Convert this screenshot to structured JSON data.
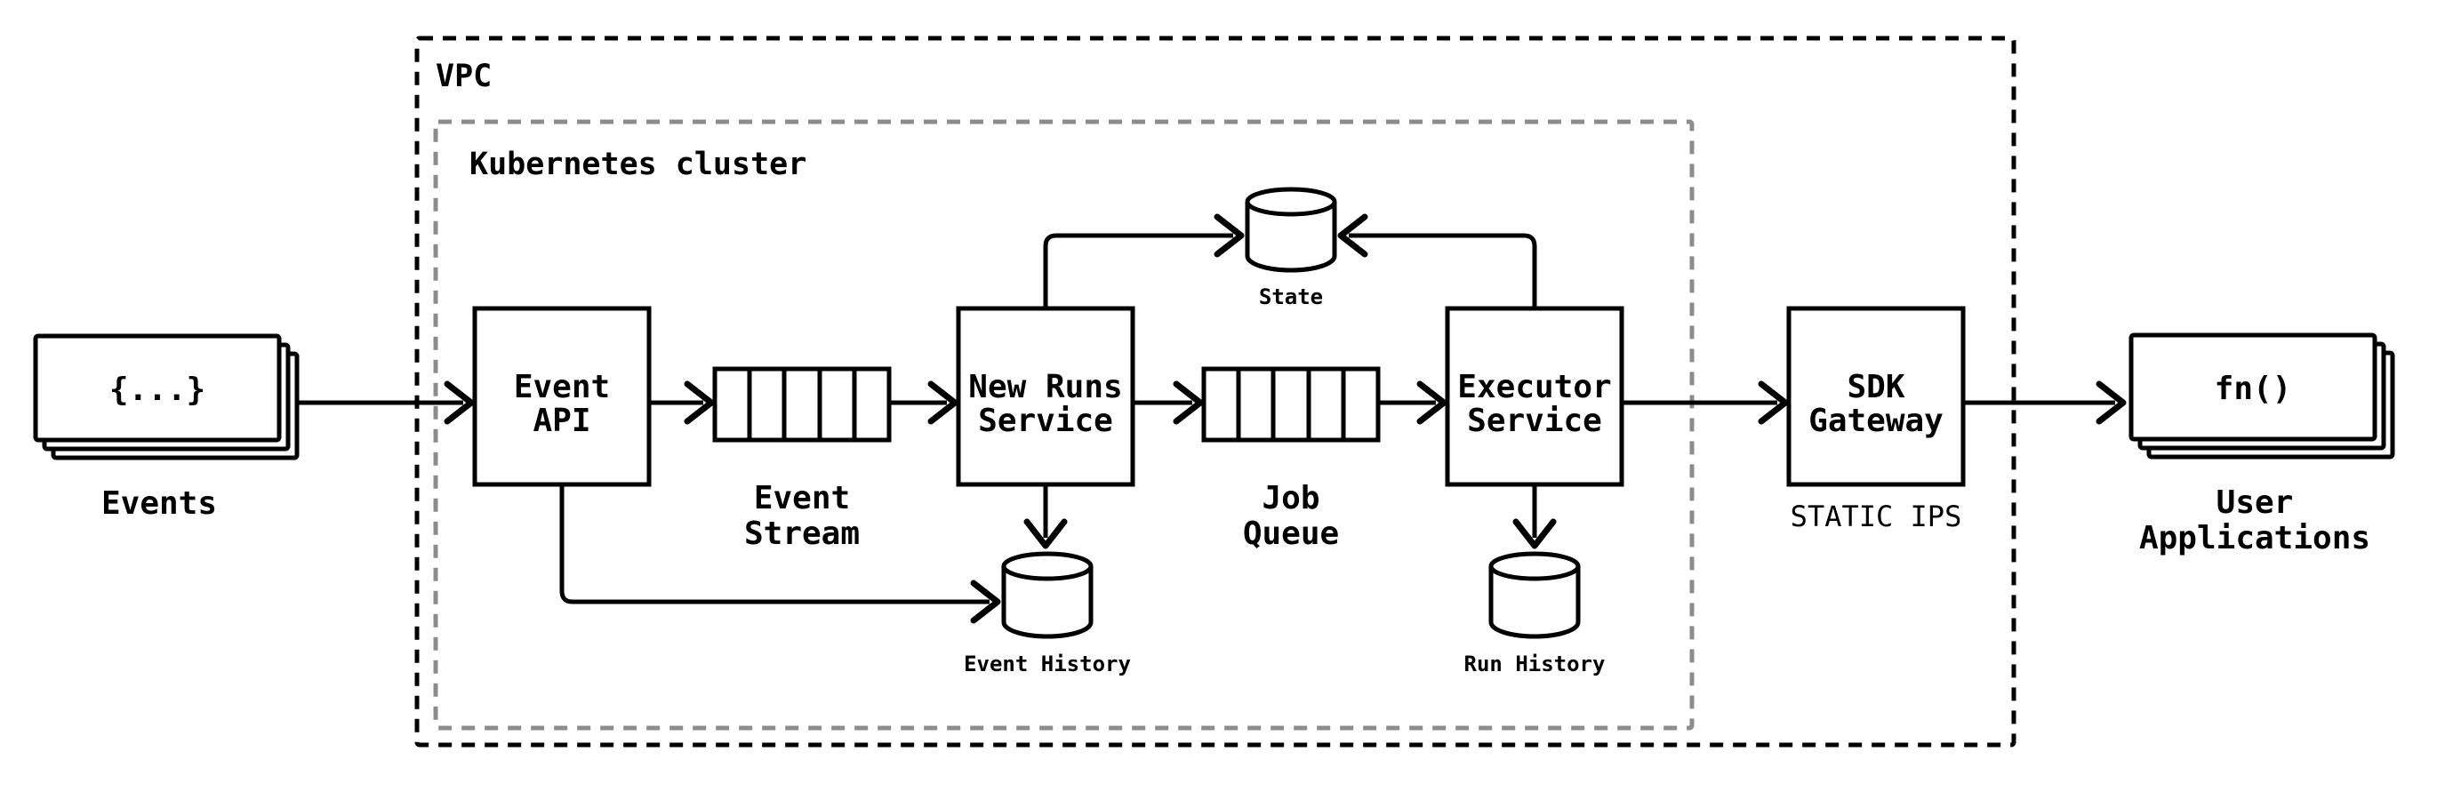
{
  "diagram": {
    "title": "Event-driven architecture diagram",
    "colors": {
      "stroke": "#000000",
      "cluster_stroke": "#8c8c8c",
      "background": "#ffffff"
    }
  },
  "containers": {
    "vpc": {
      "label": "VPC"
    },
    "kubernetes": {
      "label": "Kubernetes cluster"
    }
  },
  "nodes": {
    "events": {
      "icon_text": "{...}",
      "label": "Events"
    },
    "event_api": {
      "lines": [
        "Event",
        "API"
      ]
    },
    "event_stream": {
      "label_lines": [
        "Event",
        "Stream"
      ],
      "cells": 5
    },
    "new_runs": {
      "lines": [
        "New Runs",
        "Service"
      ]
    },
    "state": {
      "label": "State"
    },
    "job_queue": {
      "label_lines": [
        "Job",
        "Queue"
      ],
      "cells": 5
    },
    "executor": {
      "lines": [
        "Executor",
        "Service"
      ]
    },
    "event_history": {
      "label": "Event History"
    },
    "run_history": {
      "label": "Run History"
    },
    "sdk_gateway": {
      "lines": [
        "SDK",
        "Gateway"
      ],
      "sublabel": "STATIC IPS"
    },
    "user_apps": {
      "icon_text": "fn()",
      "label_lines": [
        "User",
        "Applications"
      ]
    }
  },
  "edges": [
    {
      "from": "events",
      "to": "event_api"
    },
    {
      "from": "event_api",
      "to": "event_stream"
    },
    {
      "from": "event_stream",
      "to": "new_runs"
    },
    {
      "from": "new_runs",
      "to": "job_queue"
    },
    {
      "from": "job_queue",
      "to": "executor"
    },
    {
      "from": "executor",
      "to": "sdk_gateway"
    },
    {
      "from": "sdk_gateway",
      "to": "user_apps"
    },
    {
      "from": "new_runs",
      "to": "state"
    },
    {
      "from": "executor",
      "to": "state"
    },
    {
      "from": "new_runs",
      "to": "event_history"
    },
    {
      "from": "event_api",
      "to": "event_history"
    },
    {
      "from": "executor",
      "to": "run_history"
    }
  ]
}
